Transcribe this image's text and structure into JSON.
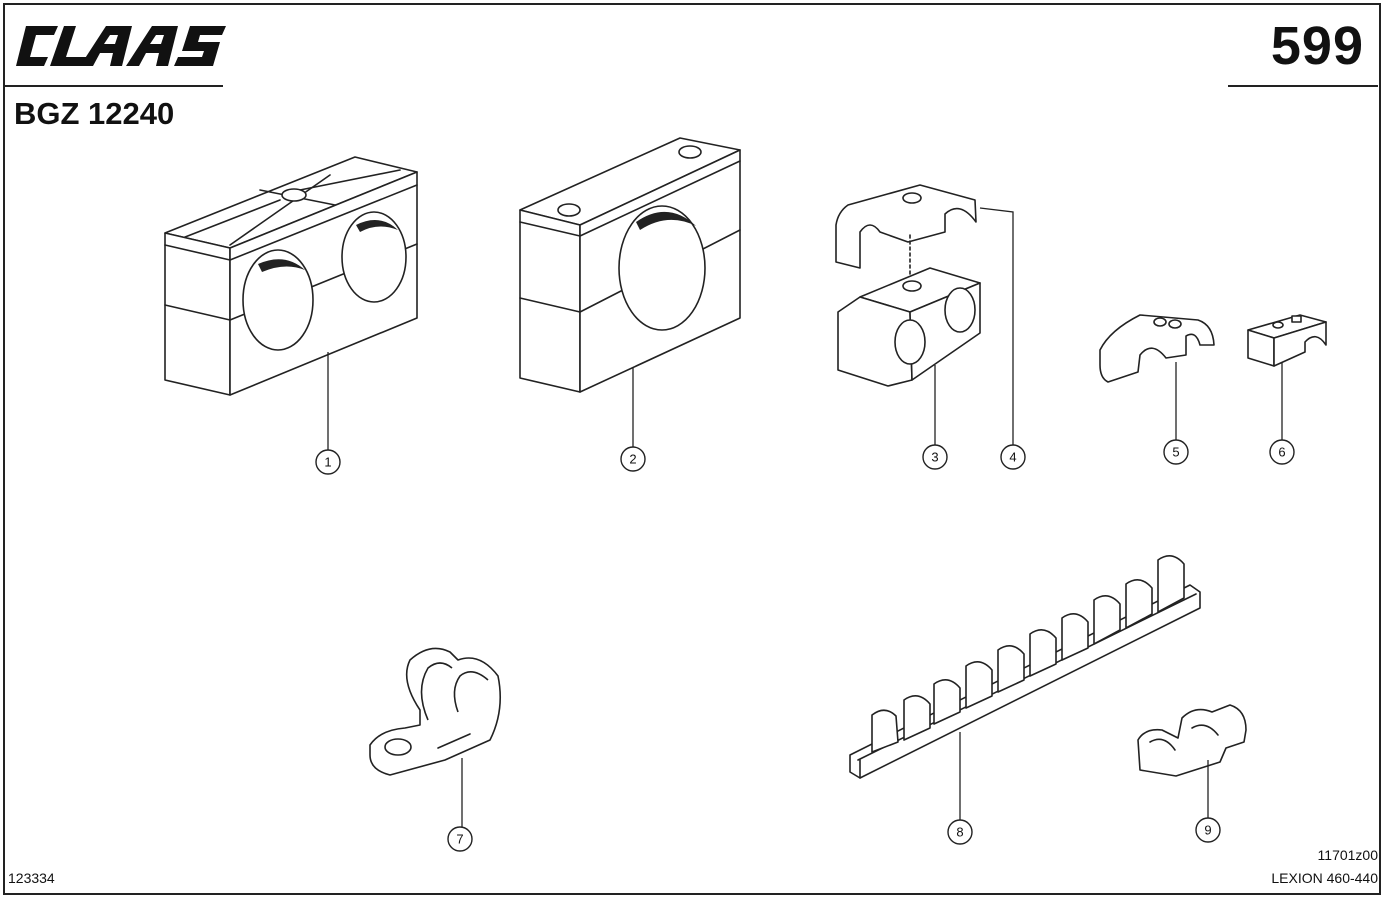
{
  "header": {
    "brand": "CLAAS",
    "page_number": "599",
    "group_code": "BGZ 12240"
  },
  "footer": {
    "left_ref": "123334",
    "right_ref_top": "11701z00",
    "right_ref_bottom": "LEXION 460-440"
  },
  "callouts": [
    "1",
    "2",
    "3",
    "4",
    "5",
    "6",
    "7",
    "8",
    "9"
  ]
}
